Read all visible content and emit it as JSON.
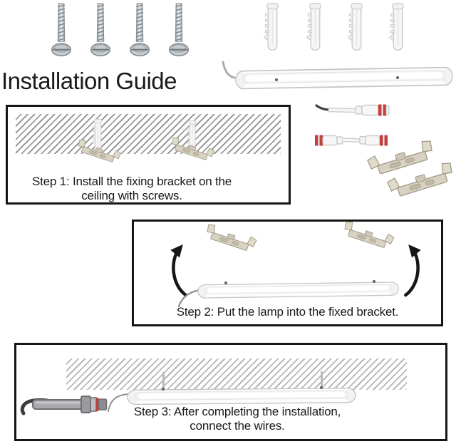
{
  "title": "Installation Guide",
  "hardware": {
    "screw_count": 4,
    "wall_anchor_count": 4,
    "lamp_count": 1,
    "connector_cable_count": 2,
    "mounting_bracket_count": 2
  },
  "icons": {
    "screw": "screw-icon",
    "wall_anchor": "wall-anchor-icon",
    "lamp": "led-batten-light-icon",
    "connector_cable": "connector-cable-icon",
    "mounting_bracket": "mounting-bracket-icon",
    "rotate_arrow": "curved-arrow-icon",
    "power_plug": "power-connector-icon"
  },
  "steps": [
    {
      "name": "step-1",
      "lines": [
        "Step 1: Install the fixing bracket on the",
        "ceiling with screws."
      ]
    },
    {
      "name": "step-2",
      "lines": [
        "Step 2: Put the lamp into the fixed bracket."
      ]
    },
    {
      "name": "step-3",
      "lines": [
        "Step 3: After completing the installation,",
        "connect the wires."
      ]
    }
  ],
  "colors": {
    "ink": "#1a1a1a",
    "accent_red": "#c14040",
    "metal_gray": "#c6cbcf",
    "bracket_tan": "#d8d2c3",
    "hatch_gray": "#9c9c9c",
    "lamp_white": "#fdfdfd"
  }
}
